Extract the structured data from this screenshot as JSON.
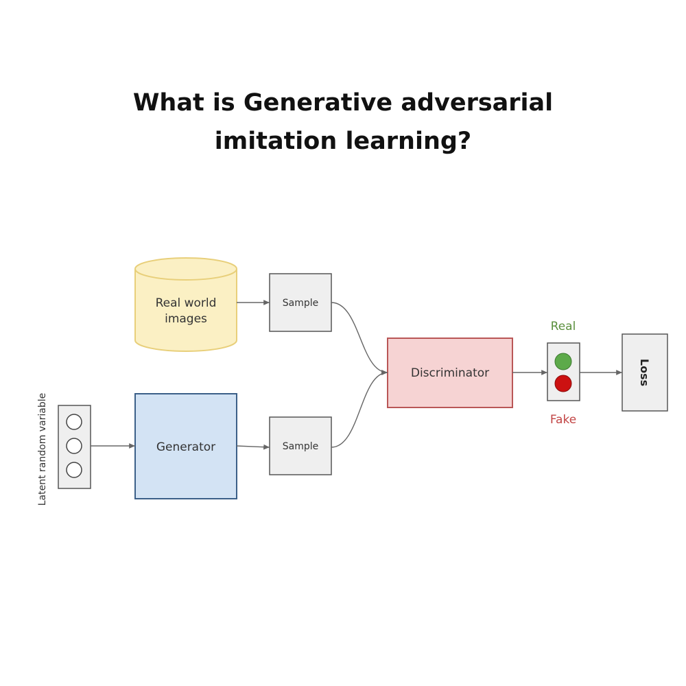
{
  "title": {
    "line1": "What is Generative adversarial",
    "line2": "imitation learning?"
  },
  "diagram": {
    "database": {
      "line1": "Real world",
      "line2": "images"
    },
    "sample_top": "Sample",
    "sample_bottom": "Sample",
    "generator": "Generator",
    "discriminator": "Discriminator",
    "latent": "Latent random variable",
    "real": "Real",
    "fake": "Fake",
    "loss": "Loss",
    "colors": {
      "database_fill": "#fbf0c4",
      "database_stroke": "#e8cf7a",
      "generator_fill": "#d3e3f4",
      "generator_stroke": "#3b5f88",
      "discriminator_fill": "#f6d3d3",
      "discriminator_stroke": "#b95656",
      "box_fill": "#efefef",
      "box_stroke": "#555555",
      "light_green": "#5daa4a",
      "light_red": "#cc1111",
      "real_text": "#5a8f3c",
      "fake_text": "#c24545"
    }
  }
}
